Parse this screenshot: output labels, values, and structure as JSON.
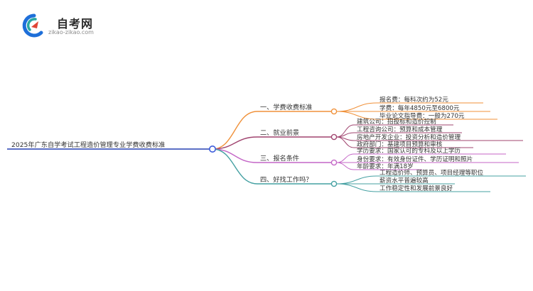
{
  "logo": {
    "brand": "自考网",
    "url": "zikao-zikao.com"
  },
  "colors": {
    "root_line": "#5b6fc6",
    "root_node": "#3b5bdb",
    "branch_fee": "#f0913a",
    "branch_job": "#a0446f",
    "branch_req": "#c466c7",
    "branch_find": "#44a0a2",
    "logo_blue": "#1e6fd9",
    "logo_red": "#e04536",
    "logo_teal": "#29a8a3"
  },
  "mindmap": {
    "root": "2025年广东自学考试工程造价管理专业学费收费标准",
    "branches": [
      {
        "id": "fee",
        "label": "一、学费收费标准",
        "children": [
          "报名费：每科次约为52元",
          "学费：每年4850元至6800元",
          "毕业论文指导费：一般为270元"
        ]
      },
      {
        "id": "job",
        "label": "二、就业前景",
        "children": [
          "建筑公司：招投标和造价控制",
          "工程咨询公司：预算和成本管理",
          "房地产开发企业：投资分析和造价管理",
          "政府部门：基建项目预算和审核"
        ]
      },
      {
        "id": "req",
        "label": "三、报名条件",
        "children": [
          "学历要求：国家认可的专科及以上学历",
          "身份要求：有效身份证件、学历证明和照片",
          "年龄要求：年满18岁"
        ]
      },
      {
        "id": "find",
        "label": "四、好找工作吗？",
        "children": [
          "工程造价师、预算员、项目经理等职位",
          "薪资水平普遍较高",
          "工作稳定性和发展前景良好"
        ]
      }
    ]
  }
}
